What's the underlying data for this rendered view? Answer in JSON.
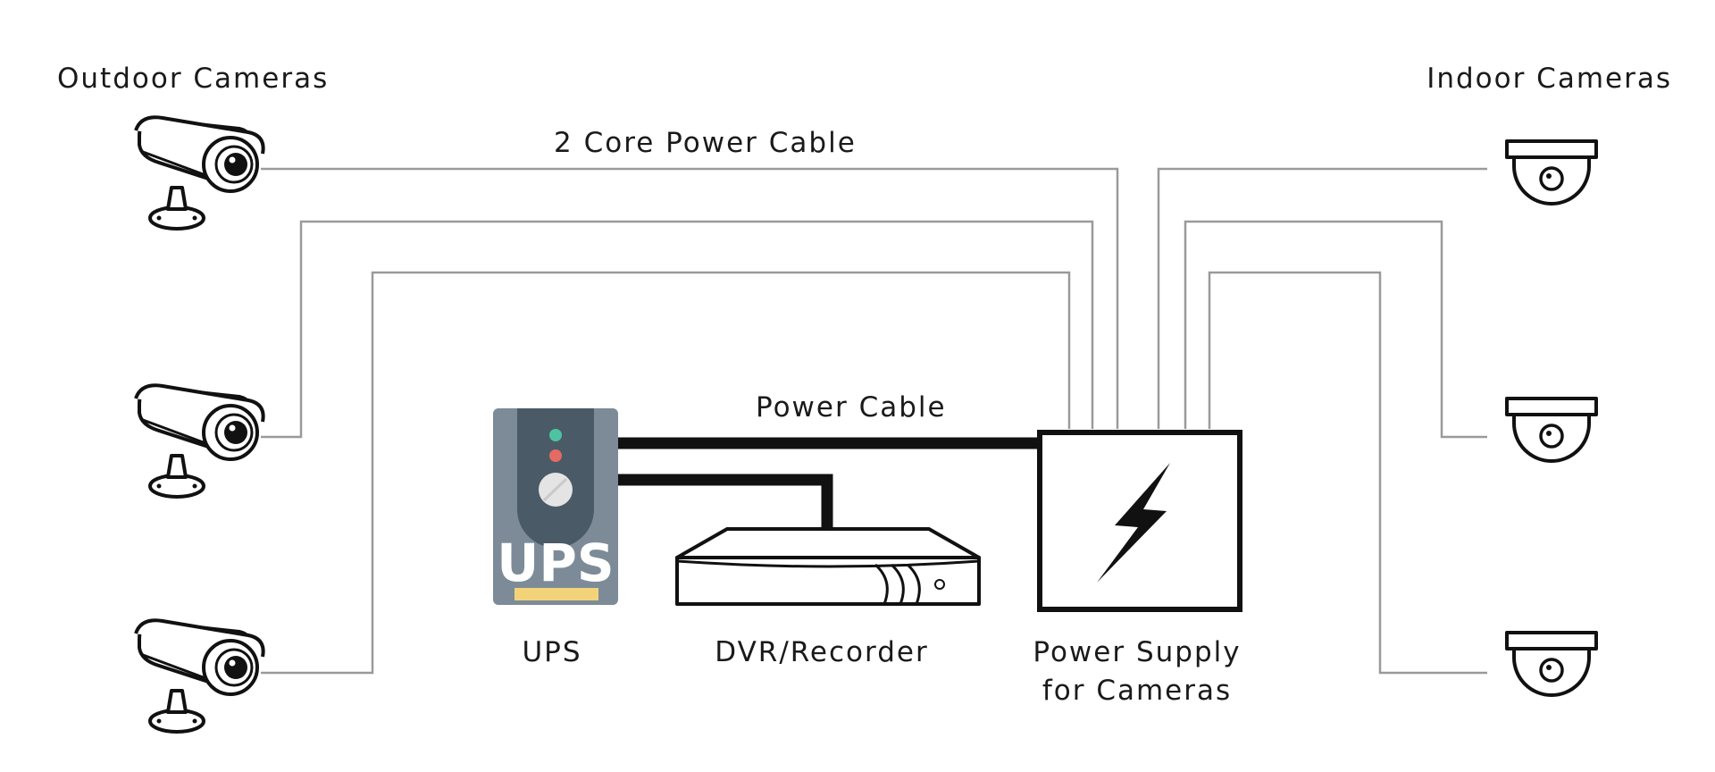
{
  "labels": {
    "outdoor_cameras": "Outdoor Cameras",
    "indoor_cameras": "Indoor Cameras",
    "two_core_cable": "2 Core Power Cable",
    "power_cable": "Power Cable",
    "ups": "UPS",
    "dvr": "DVR/Recorder",
    "power_supply_line1": "Power Supply",
    "power_supply_line2": "for Cameras"
  },
  "ups_device": {
    "badge_text": "UPS"
  },
  "colors": {
    "ups_body": "#7c8b97",
    "ups_panel": "#4a5a67",
    "led_green": "#4fc3a1",
    "led_red": "#e66a64",
    "ups_strip": "#f3d37a",
    "thin_cable": "#9a9a9a",
    "thick_cable": "#111111"
  },
  "icons": {
    "outdoor_camera": "bullet-camera-icon",
    "indoor_camera": "dome-camera-icon",
    "power_supply": "lightning-bolt-icon"
  }
}
